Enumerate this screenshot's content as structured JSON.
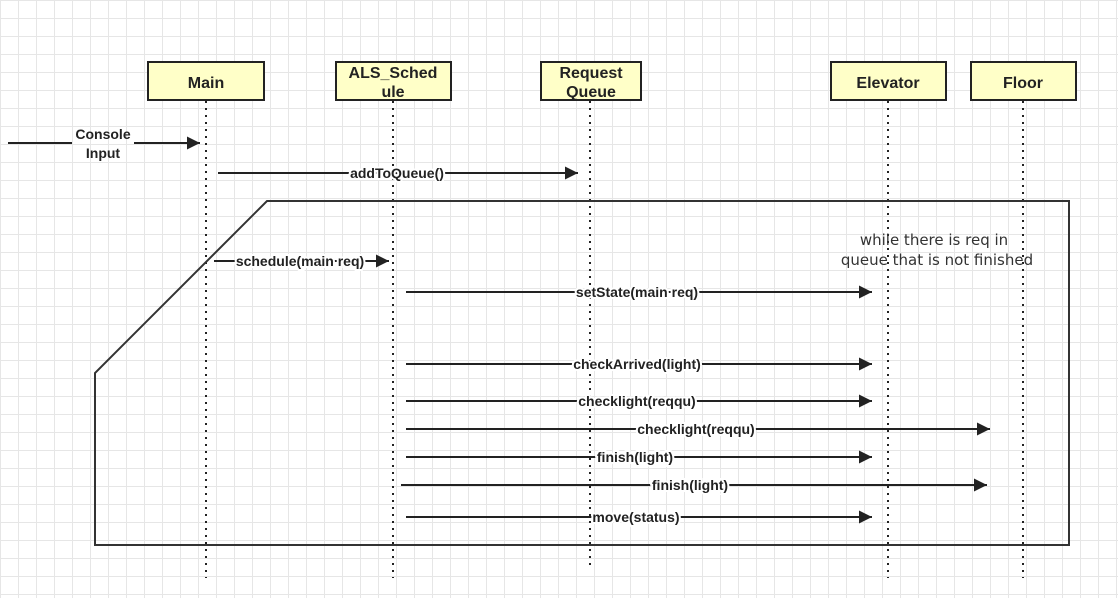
{
  "participants": {
    "main": {
      "label_lines": [
        "Main"
      ]
    },
    "als": {
      "label_lines": [
        "ALS_Sched",
        "ule"
      ]
    },
    "queue": {
      "label_lines": [
        "Request",
        "Queue"
      ]
    },
    "elevator": {
      "label_lines": [
        "Elevator"
      ]
    },
    "floor": {
      "label_lines": [
        "Floor"
      ]
    }
  },
  "input": {
    "label_lines": [
      "Console",
      "Input"
    ]
  },
  "messages": {
    "add_to_queue": "addToQueue()",
    "schedule": "schedule(main req)",
    "set_state": "setState(main req)",
    "check_arrived": "checkArrived(light)",
    "checklight_elevator": "checklight(reqqu)",
    "checklight_floor": "checklight(reqqu)",
    "finish_elevator": "finish(light)",
    "finish_floor": "finish(light)",
    "move": "move(status)"
  },
  "loop": {
    "note_lines": [
      "while there is req in",
      "queue that is not finished"
    ]
  },
  "colors": {
    "participant_fill": "#ffffc8",
    "line": "#222222",
    "grid": "#e6e6e6"
  }
}
